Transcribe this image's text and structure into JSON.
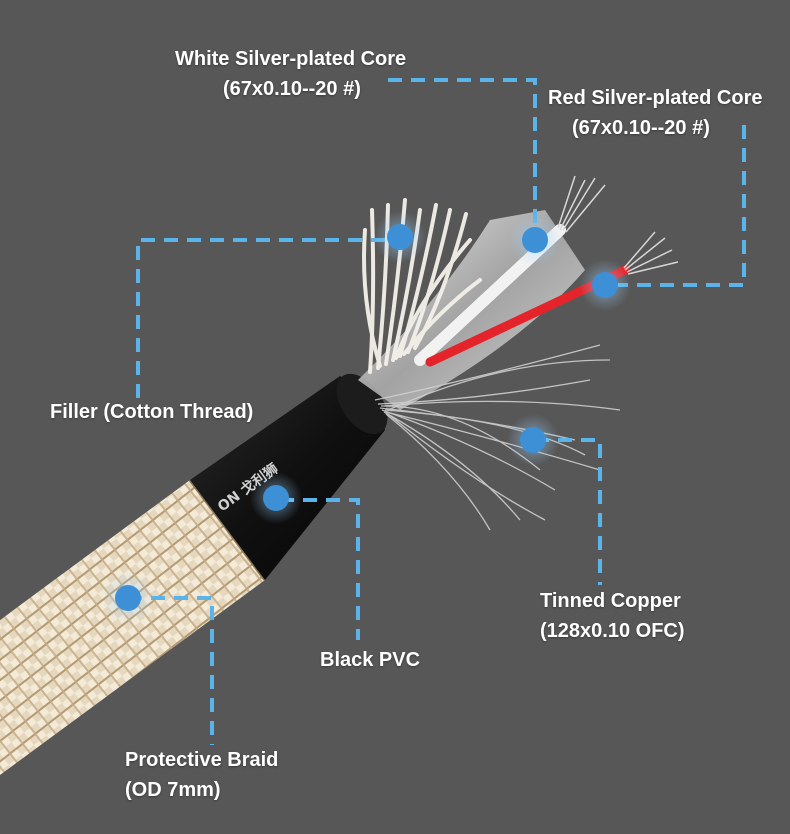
{
  "colors": {
    "background": "#575757",
    "leader_line": "#5ab4ea",
    "marker": "#3d8fd6",
    "braid_light": "#e9dcc4",
    "braid_dark": "#b79e78",
    "pvc": "#121212",
    "red_core": "#e4242a",
    "white_core": "#f2f2f2",
    "tinned_copper": "#c9c9c9",
    "foil": "#cfcfcf"
  },
  "jacket_print": "ON 戈利狮",
  "labels": {
    "white_core": {
      "line1": "White Silver-plated Core",
      "line2": "(67x0.10--20 #)"
    },
    "red_core": {
      "line1": "Red Silver-plated Core",
      "line2": "(67x0.10--20 #)"
    },
    "filler": {
      "line1": "Filler (Cotton Thread)"
    },
    "tinned_copper": {
      "line1": "Tinned Copper",
      "line2": "(128x0.10 OFC)"
    },
    "black_pvc": {
      "line1": "Black PVC"
    },
    "braid": {
      "line1": "Protective Braid",
      "line2": "(OD 7mm)"
    }
  }
}
